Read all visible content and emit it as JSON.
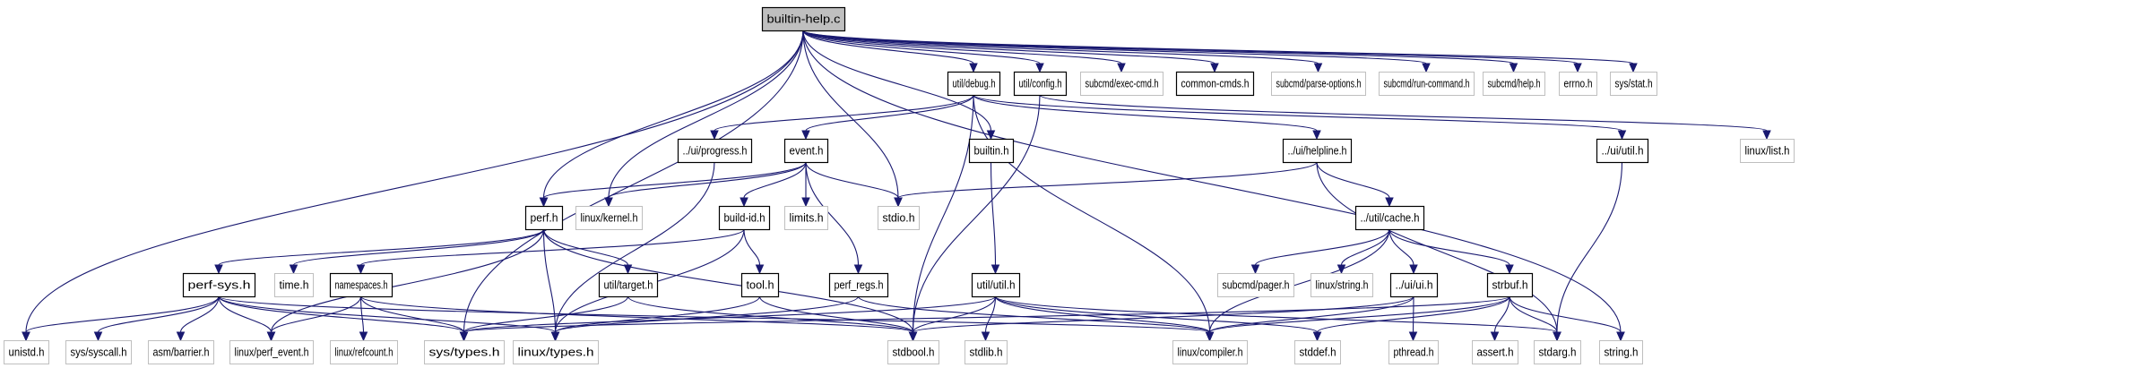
{
  "title": "builtin-help.c",
  "colors": {
    "edge": "#191970",
    "root_fill": "#bfbfbf",
    "documented_border": "#000000",
    "external_border": "#bfbfbf",
    "node_fill": "#ffffff"
  },
  "nodes": [
    {
      "id": "builtin-help.c",
      "label": "builtin-help.c",
      "kind": "root"
    },
    {
      "id": "util/debug.h",
      "label": "util/debug.h",
      "kind": "documented"
    },
    {
      "id": "util/config.h",
      "label": "util/config.h",
      "kind": "documented"
    },
    {
      "id": "subcmd/exec-cmd.h",
      "label": "subcmd/exec-cmd.h",
      "kind": "external"
    },
    {
      "id": "common-cmds.h",
      "label": "common-cmds.h",
      "kind": "documented"
    },
    {
      "id": "subcmd/parse-options.h",
      "label": "subcmd/parse-options.h",
      "kind": "external"
    },
    {
      "id": "subcmd/run-command.h",
      "label": "subcmd/run-command.h",
      "kind": "external"
    },
    {
      "id": "subcmd/help.h",
      "label": "subcmd/help.h",
      "kind": "external"
    },
    {
      "id": "errno.h",
      "label": "errno.h",
      "kind": "external"
    },
    {
      "id": "sys/stat.h",
      "label": "sys/stat.h",
      "kind": "external"
    },
    {
      "id": "../ui/progress.h",
      "label": "../ui/progress.h",
      "kind": "documented"
    },
    {
      "id": "event.h",
      "label": "event.h",
      "kind": "documented"
    },
    {
      "id": "builtin.h",
      "label": "builtin.h",
      "kind": "documented"
    },
    {
      "id": "../ui/helpline.h",
      "label": "../ui/helpline.h",
      "kind": "documented"
    },
    {
      "id": "../ui/util.h",
      "label": "../ui/util.h",
      "kind": "documented"
    },
    {
      "id": "linux/list.h",
      "label": "linux/list.h",
      "kind": "external"
    },
    {
      "id": "perf.h",
      "label": "perf.h",
      "kind": "documented"
    },
    {
      "id": "linux/kernel.h",
      "label": "linux/kernel.h",
      "kind": "external"
    },
    {
      "id": "build-id.h",
      "label": "build-id.h",
      "kind": "documented"
    },
    {
      "id": "limits.h",
      "label": "limits.h",
      "kind": "external"
    },
    {
      "id": "stdio.h",
      "label": "stdio.h",
      "kind": "external"
    },
    {
      "id": "../util/cache.h",
      "label": "../util/cache.h",
      "kind": "documented"
    },
    {
      "id": "perf-sys.h",
      "label": "perf-sys.h",
      "kind": "documented"
    },
    {
      "id": "time.h",
      "label": "time.h",
      "kind": "external"
    },
    {
      "id": "namespaces.h",
      "label": "namespaces.h",
      "kind": "documented"
    },
    {
      "id": "util/target.h",
      "label": "util/target.h",
      "kind": "documented"
    },
    {
      "id": "tool.h",
      "label": "tool.h",
      "kind": "documented"
    },
    {
      "id": "perf_regs.h",
      "label": "perf_regs.h",
      "kind": "documented"
    },
    {
      "id": "util/util.h",
      "label": "util/util.h",
      "kind": "documented"
    },
    {
      "id": "subcmd/pager.h",
      "label": "subcmd/pager.h",
      "kind": "external"
    },
    {
      "id": "linux/string.h",
      "label": "linux/string.h",
      "kind": "external"
    },
    {
      "id": "../ui/ui.h",
      "label": "../ui/ui.h",
      "kind": "documented"
    },
    {
      "id": "strbuf.h",
      "label": "strbuf.h",
      "kind": "documented"
    },
    {
      "id": "unistd.h",
      "label": "unistd.h",
      "kind": "external"
    },
    {
      "id": "sys/syscall.h",
      "label": "sys/syscall.h",
      "kind": "external"
    },
    {
      "id": "asm/barrier.h",
      "label": "asm/barrier.h",
      "kind": "external"
    },
    {
      "id": "linux/perf_event.h",
      "label": "linux/perf_event.h",
      "kind": "external"
    },
    {
      "id": "linux/refcount.h",
      "label": "linux/refcount.h",
      "kind": "external"
    },
    {
      "id": "sys/types.h",
      "label": "sys/types.h",
      "kind": "external"
    },
    {
      "id": "linux/types.h",
      "label": "linux/types.h",
      "kind": "external"
    },
    {
      "id": "stdbool.h",
      "label": "stdbool.h",
      "kind": "external"
    },
    {
      "id": "stdlib.h",
      "label": "stdlib.h",
      "kind": "external"
    },
    {
      "id": "linux/compiler.h",
      "label": "linux/compiler.h",
      "kind": "external"
    },
    {
      "id": "stddef.h",
      "label": "stddef.h",
      "kind": "external"
    },
    {
      "id": "pthread.h",
      "label": "pthread.h",
      "kind": "external"
    },
    {
      "id": "assert.h",
      "label": "assert.h",
      "kind": "external"
    },
    {
      "id": "stdarg.h",
      "label": "stdarg.h",
      "kind": "external"
    },
    {
      "id": "string.h",
      "label": "string.h",
      "kind": "external"
    }
  ],
  "edges": [
    [
      "builtin-help.c",
      "util/debug.h"
    ],
    [
      "builtin-help.c",
      "util/config.h"
    ],
    [
      "builtin-help.c",
      "subcmd/exec-cmd.h"
    ],
    [
      "builtin-help.c",
      "common-cmds.h"
    ],
    [
      "builtin-help.c",
      "subcmd/parse-options.h"
    ],
    [
      "builtin-help.c",
      "subcmd/run-command.h"
    ],
    [
      "builtin-help.c",
      "subcmd/help.h"
    ],
    [
      "builtin-help.c",
      "errno.h"
    ],
    [
      "builtin-help.c",
      "sys/stat.h"
    ],
    [
      "builtin-help.c",
      "builtin.h"
    ],
    [
      "builtin-help.c",
      "perf.h"
    ],
    [
      "builtin-help.c",
      "linux/kernel.h"
    ],
    [
      "builtin-help.c",
      "stdio.h"
    ],
    [
      "builtin-help.c",
      "unistd.h"
    ],
    [
      "builtin-help.c",
      "sys/types.h"
    ],
    [
      "builtin-help.c",
      "string.h"
    ],
    [
      "util/debug.h",
      "../ui/progress.h"
    ],
    [
      "util/debug.h",
      "event.h"
    ],
    [
      "util/debug.h",
      "../ui/helpline.h"
    ],
    [
      "util/debug.h",
      "../ui/util.h"
    ],
    [
      "util/debug.h",
      "linux/compiler.h"
    ],
    [
      "util/debug.h",
      "stdbool.h"
    ],
    [
      "util/config.h",
      "stdbool.h"
    ],
    [
      "util/config.h",
      "linux/list.h"
    ],
    [
      "../ui/progress.h",
      "linux/types.h"
    ],
    [
      "event.h",
      "perf.h"
    ],
    [
      "event.h",
      "linux/kernel.h"
    ],
    [
      "event.h",
      "build-id.h"
    ],
    [
      "event.h",
      "limits.h"
    ],
    [
      "event.h",
      "stdio.h"
    ],
    [
      "event.h",
      "perf_regs.h"
    ],
    [
      "builtin.h",
      "util/util.h"
    ],
    [
      "../ui/helpline.h",
      "stdio.h"
    ],
    [
      "../ui/helpline.h",
      "../util/cache.h"
    ],
    [
      "../ui/helpline.h",
      "stdarg.h"
    ],
    [
      "../ui/util.h",
      "stdarg.h"
    ],
    [
      "perf.h",
      "perf-sys.h"
    ],
    [
      "perf.h",
      "time.h"
    ],
    [
      "perf.h",
      "util/target.h"
    ],
    [
      "perf.h",
      "linux/types.h"
    ],
    [
      "perf.h",
      "stdbool.h"
    ],
    [
      "perf.h",
      "linux/perf_event.h"
    ],
    [
      "build-id.h",
      "namespaces.h"
    ],
    [
      "build-id.h",
      "tool.h"
    ],
    [
      "build-id.h",
      "linux/types.h"
    ],
    [
      "../util/cache.h",
      "subcmd/pager.h"
    ],
    [
      "../util/cache.h",
      "linux/string.h"
    ],
    [
      "../util/cache.h",
      "../ui/ui.h"
    ],
    [
      "../util/cache.h",
      "strbuf.h"
    ],
    [
      "../util/cache.h",
      "linux/compiler.h"
    ],
    [
      "perf-sys.h",
      "unistd.h"
    ],
    [
      "perf-sys.h",
      "sys/syscall.h"
    ],
    [
      "perf-sys.h",
      "asm/barrier.h"
    ],
    [
      "perf-sys.h",
      "linux/perf_event.h"
    ],
    [
      "perf-sys.h",
      "sys/types.h"
    ],
    [
      "perf-sys.h",
      "linux/types.h"
    ],
    [
      "perf-sys.h",
      "linux/compiler.h"
    ],
    [
      "namespaces.h",
      "linux/perf_event.h"
    ],
    [
      "namespaces.h",
      "linux/refcount.h"
    ],
    [
      "namespaces.h",
      "sys/types.h"
    ],
    [
      "namespaces.h",
      "stdbool.h"
    ],
    [
      "util/target.h",
      "sys/types.h"
    ],
    [
      "util/target.h",
      "stdbool.h"
    ],
    [
      "tool.h",
      "linux/types.h"
    ],
    [
      "tool.h",
      "stdbool.h"
    ],
    [
      "perf_regs.h",
      "linux/types.h"
    ],
    [
      "perf_regs.h",
      "linux/compiler.h"
    ],
    [
      "util/util.h",
      "sys/types.h"
    ],
    [
      "util/util.h",
      "stdbool.h"
    ],
    [
      "util/util.h",
      "stdlib.h"
    ],
    [
      "util/util.h",
      "linux/compiler.h"
    ],
    [
      "util/util.h",
      "stddef.h"
    ],
    [
      "util/util.h",
      "stdarg.h"
    ],
    [
      "../ui/ui.h",
      "pthread.h"
    ],
    [
      "../ui/ui.h",
      "stdbool.h"
    ],
    [
      "../ui/ui.h",
      "linux/compiler.h"
    ],
    [
      "strbuf.h",
      "assert.h"
    ],
    [
      "strbuf.h",
      "stdarg.h"
    ],
    [
      "strbuf.h",
      "string.h"
    ],
    [
      "strbuf.h",
      "stddef.h"
    ],
    [
      "strbuf.h",
      "linux/compiler.h"
    ],
    [
      "strbuf.h",
      "sys/types.h"
    ]
  ]
}
